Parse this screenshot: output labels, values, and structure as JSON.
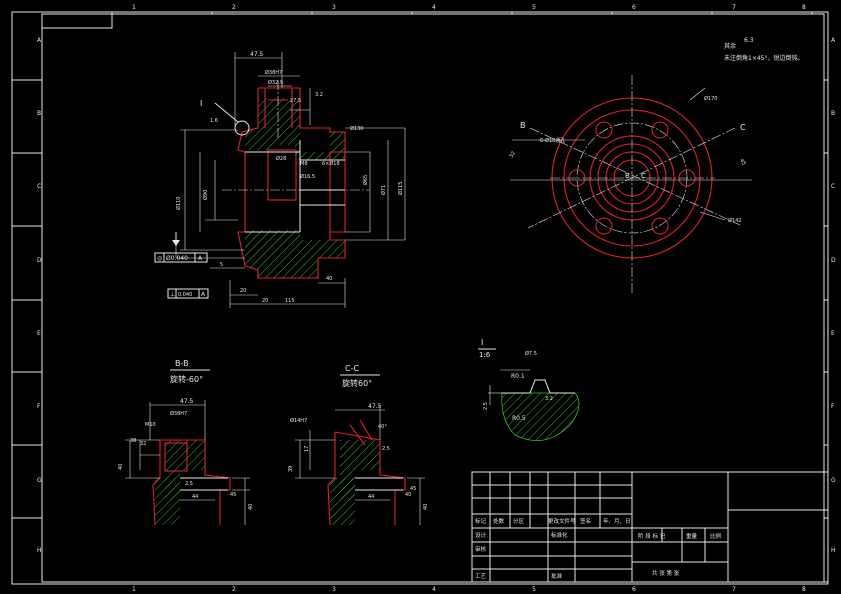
{
  "colors": {
    "background": "#000000",
    "lines": "#e8e8e8",
    "section": "#e0202a",
    "hatch": "#2fbf3a"
  },
  "border": {
    "col_marks": [
      "1",
      "2",
      "3",
      "4",
      "5",
      "6",
      "7",
      "8"
    ],
    "row_marks": [
      "A",
      "B",
      "C",
      "D",
      "E",
      "F",
      "G",
      "H"
    ]
  },
  "main_view": {
    "dims": [
      "47.5",
      "Ø38H7",
      "Ø32.9",
      "27.5",
      "3.2",
      "20",
      "20",
      "40",
      "5",
      "115",
      "Ø110",
      "Ø90",
      "Ø115",
      "Ø71",
      "Ø65",
      "Ø28",
      "Ø16.5",
      "1.6",
      "M8",
      "6×Ø18",
      "Ø130"
    ],
    "detail_mark": "I",
    "tol_1": {
      "symbol": "◎",
      "value": "Ø0.040",
      "datum": "A"
    },
    "tol_2": {
      "symbol": "⊥",
      "value": "0.040",
      "datum": "A"
    },
    "datum": "A"
  },
  "top_view": {
    "dims": [
      "Ø170",
      "Ø142",
      "6-Ø18通孔",
      "32",
      "45"
    ],
    "labels": [
      "B",
      "C",
      "B",
      "C"
    ]
  },
  "notes": {
    "line1": "其余",
    "line1_sym": "6.3",
    "line2": "未注倒角1×45°，锐边倒钝。"
  },
  "section_b": {
    "title": "B-B",
    "subtitle": "旋转-60°",
    "dims": [
      "47.5",
      "Ø38H7",
      "M10",
      "38",
      "32",
      "40",
      "45",
      "40",
      "44",
      "2.5"
    ]
  },
  "section_c": {
    "title": "C-C",
    "subtitle": "旋转60°",
    "dims": [
      "47.5",
      "Ø14H7",
      "40°",
      "2.5",
      "39",
      "17",
      "40",
      "45",
      "44",
      "40"
    ]
  },
  "detail_i": {
    "title": "I",
    "scale": "1:6",
    "dims": [
      "Ø7.5",
      "R0.1",
      "R0.5",
      "2.5",
      "3.2"
    ]
  },
  "title_block": {
    "row1": [
      "标记",
      "处数",
      "分区",
      "更改文件号",
      "签名",
      "年、月、日"
    ],
    "row2": [
      "设计",
      "",
      "",
      "标准化"
    ],
    "row3": [
      "审核"
    ],
    "row4": [
      "工艺",
      "",
      "",
      "批准"
    ],
    "right_head": [
      "阶 段 标 记",
      "重量",
      "比例"
    ],
    "sheet": "共 张 第 张"
  }
}
